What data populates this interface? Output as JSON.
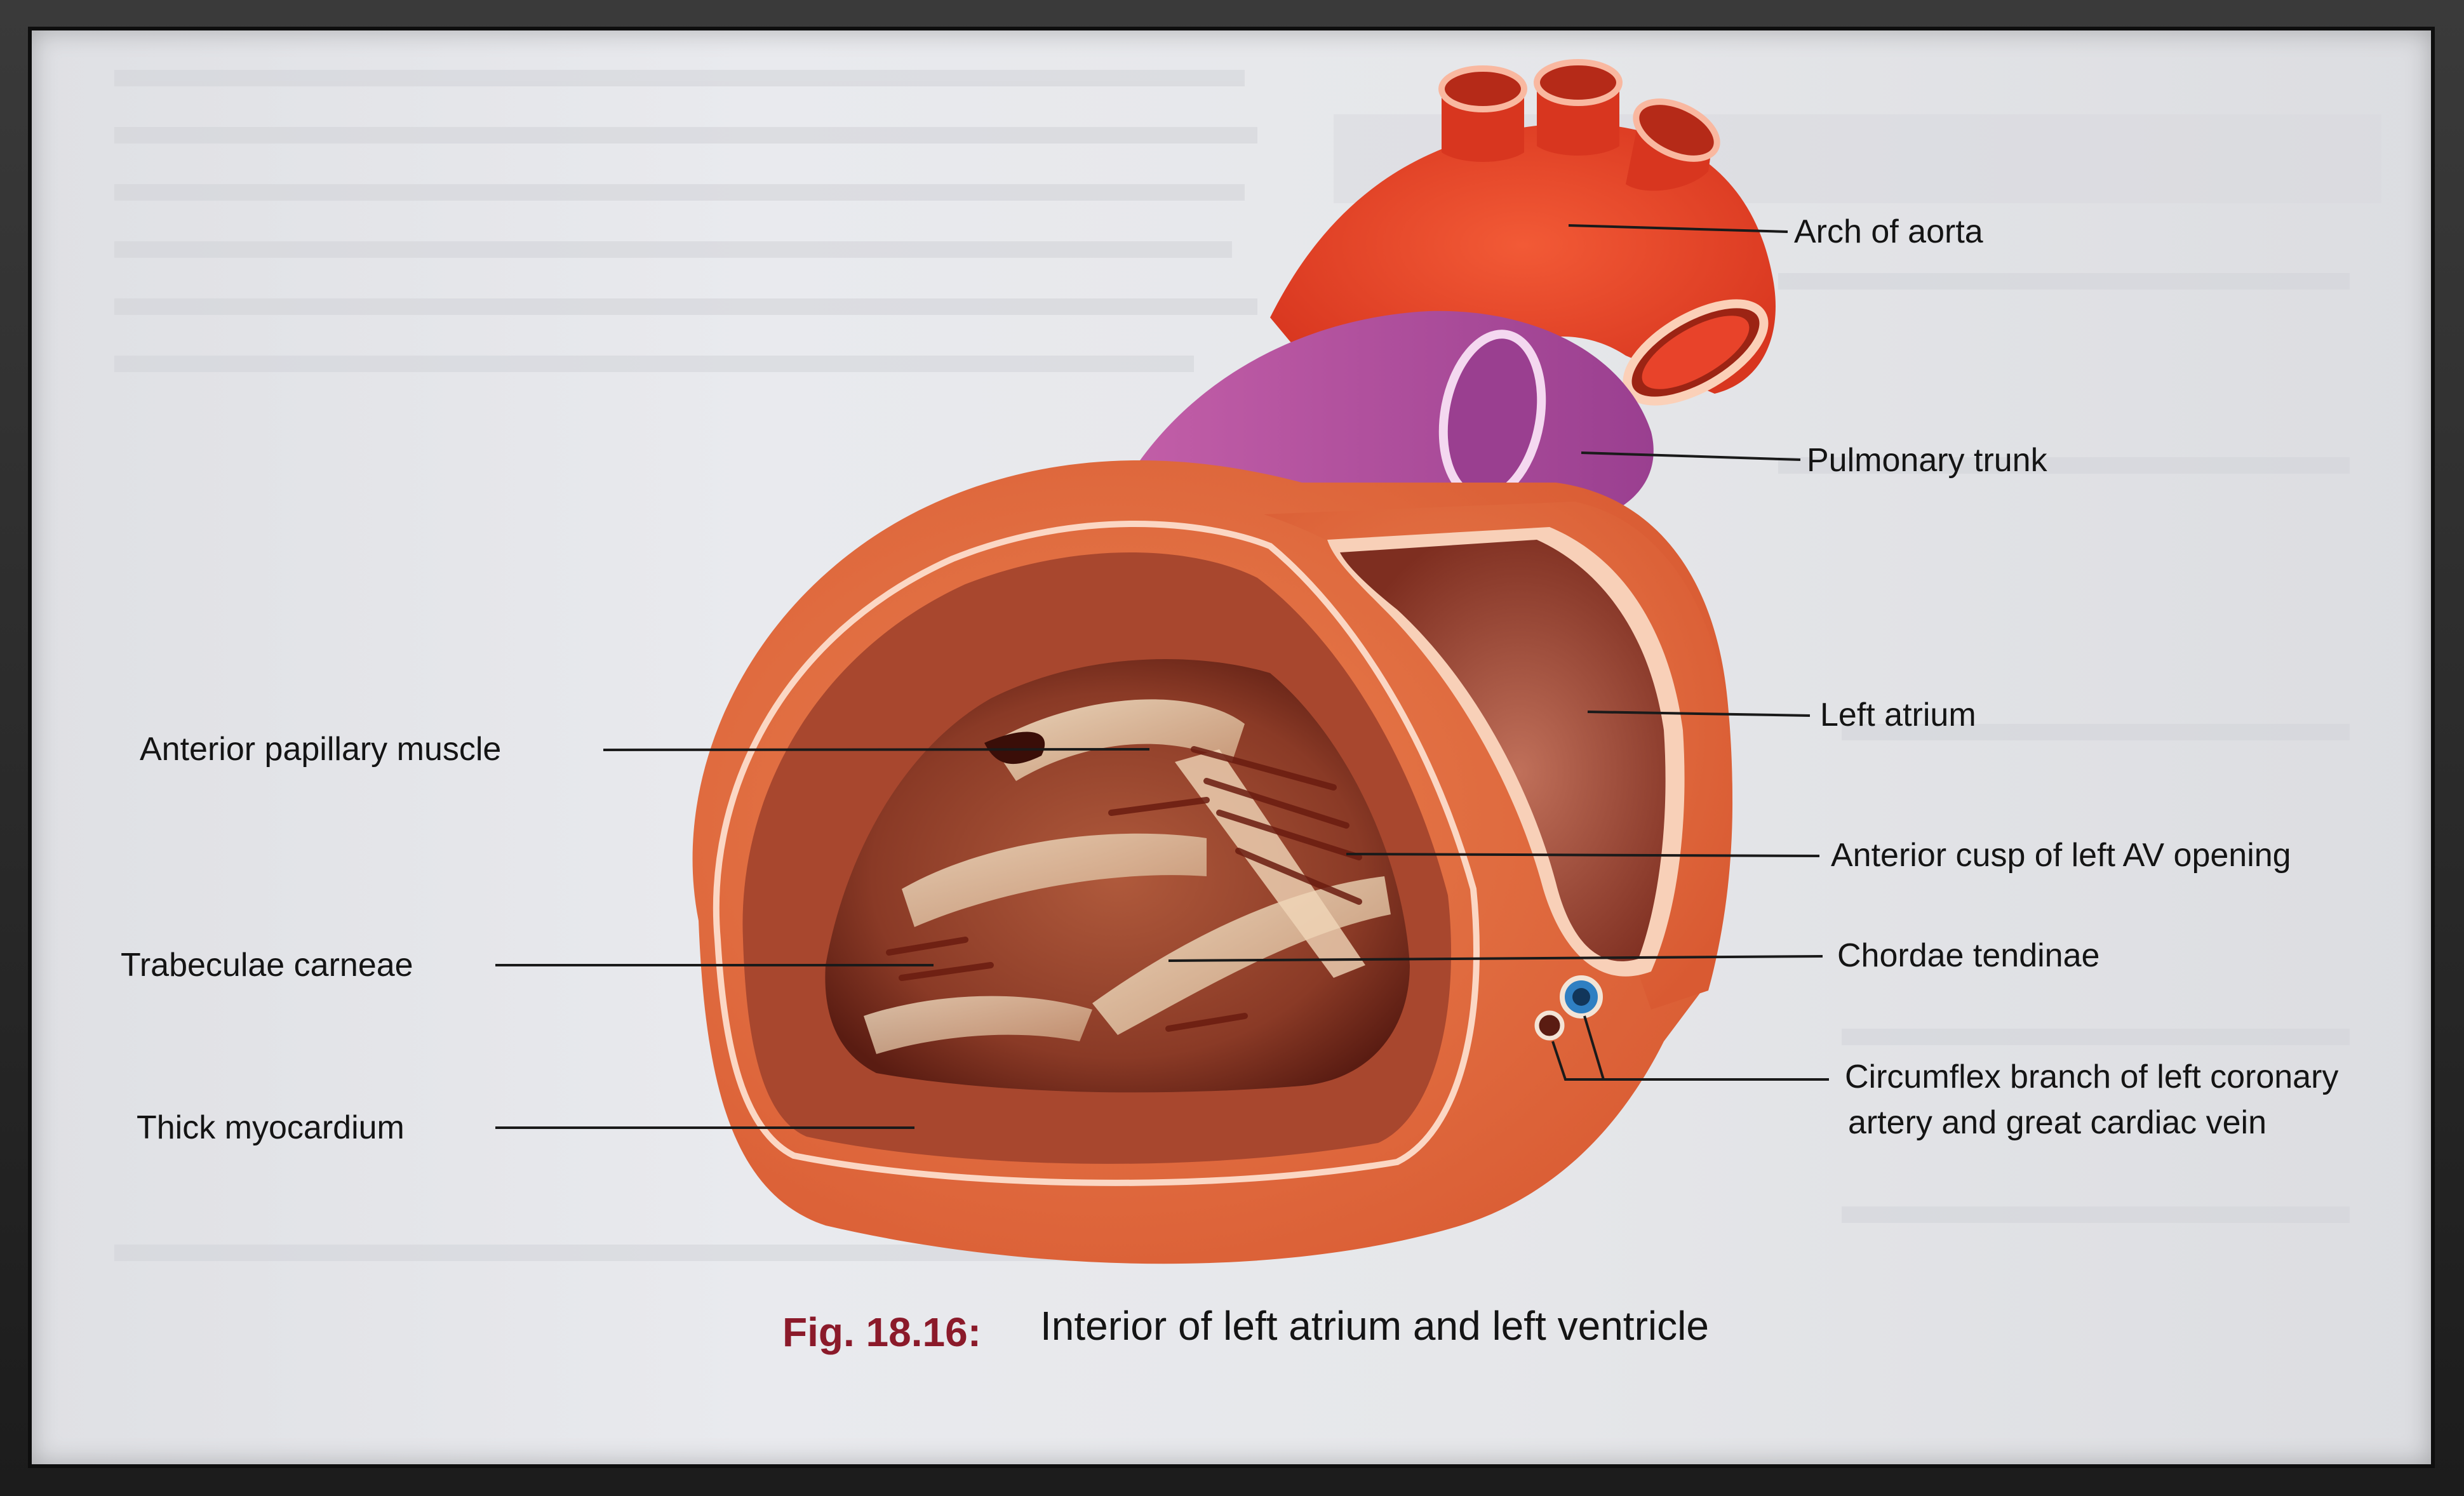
{
  "figure": {
    "caption_number": "Fig. 18.16:",
    "caption_text": "Interior of left atrium and left ventricle"
  },
  "labels": {
    "arch_of_aorta": "Arch of aorta",
    "pulmonary_trunk": "Pulmonary trunk",
    "left_atrium": "Left atrium",
    "anterior_cusp": "Anterior cusp of left AV opening",
    "chordae_tendinae": "Chordae tendinae",
    "circumflex_line1": "Circumflex branch of left coronary",
    "circumflex_line2": "artery and great cardiac vein",
    "anterior_papillary_muscle": "Anterior papillary muscle",
    "trabeculae_carneae": "Trabeculae carneae",
    "thick_myocardium": "Thick myocardium"
  },
  "colors": {
    "aorta": "#e8432a",
    "pulmonary": "#b04aa0",
    "myocardium": "#e26a3f",
    "cavity": "#7a2a1e",
    "caption_accent": "#8b1a2a"
  }
}
